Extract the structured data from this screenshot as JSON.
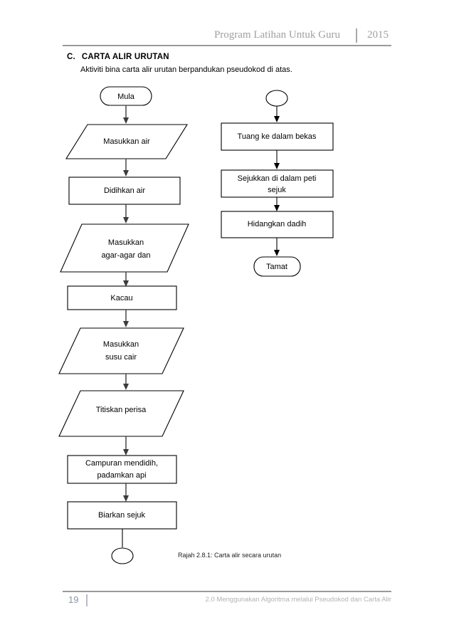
{
  "header": {
    "title": "Program Latihan Untuk Guru",
    "year": "2015"
  },
  "section": {
    "letter": "C.",
    "heading": "CARTA ALIR URUTAN",
    "subtitle": "Aktiviti bina carta alir urutan berpandukan pseudokod di atas."
  },
  "figure": {
    "caption": "Rajah 2.8.1: Carta alir secara urutan"
  },
  "footer": {
    "page_number": "19",
    "text": "2.0 Menggunakan Algoritma melalui Pseudokod dan Carta Alir"
  },
  "flowchart": {
    "left_column": [
      {
        "id": "mula",
        "type": "terminator",
        "label": "Mula"
      },
      {
        "id": "masukkan-air",
        "type": "input-output",
        "label": "Masukkan air"
      },
      {
        "id": "didihkan-air",
        "type": "process",
        "label": "Didihkan air"
      },
      {
        "id": "masukkan-agar-agar",
        "type": "input-output",
        "label_line1": "Masukkan",
        "label_line2": "agar-agar dan"
      },
      {
        "id": "kacau",
        "type": "process",
        "label": "Kacau"
      },
      {
        "id": "masukkan-susu-cair",
        "type": "input-output",
        "label_line1": "Masukkan",
        "label_line2": "susu cair"
      },
      {
        "id": "titiskan-perisa",
        "type": "input-output",
        "label": "Titiskan perisa"
      },
      {
        "id": "campuran-mendidih",
        "type": "process",
        "label_line1": "Campuran mendidih,",
        "label_line2": "padamkan api"
      },
      {
        "id": "biarkan-sejuk",
        "type": "process",
        "label": "Biarkan sejuk"
      },
      {
        "id": "connector-out",
        "type": "connector",
        "label": ""
      }
    ],
    "right_column": [
      {
        "id": "connector-in",
        "type": "connector",
        "label": ""
      },
      {
        "id": "tuang-ke-dalam",
        "type": "process",
        "label": "Tuang ke dalam bekas"
      },
      {
        "id": "sejukkan-peti",
        "type": "process",
        "label_line1": "Sejukkan di dalam peti",
        "label_line2": "sejuk"
      },
      {
        "id": "hidangkan-dadih",
        "type": "process",
        "label": "Hidangkan dadih"
      },
      {
        "id": "tamat",
        "type": "terminator",
        "label": "Tamat"
      }
    ]
  },
  "colors": {
    "rule": "#9a9a9a",
    "header_text": "#a0a0a0",
    "footer_text": "#b3b3b3",
    "page_number": "#8a94a8",
    "shape_stroke": "#000000",
    "arrow": "#3b3b3b"
  }
}
